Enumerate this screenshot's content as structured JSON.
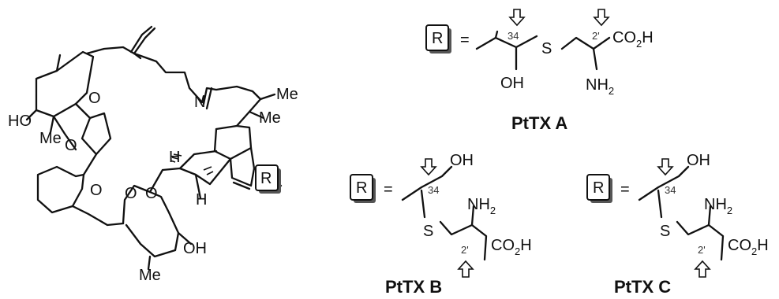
{
  "scaffold": {
    "labels": {
      "ho": "HO",
      "me_left": "Me",
      "o": "O",
      "n": "N",
      "me_top": "Me",
      "me_right": "Me",
      "h": "H",
      "oh": "OH",
      "me_bottom": "Me",
      "r": "R"
    }
  },
  "substituent_symbol": "R",
  "equals": "=",
  "variants": [
    {
      "name": "PtTX A",
      "locant_34": "34",
      "locant_2prime": "2'",
      "hydroxyl": "OH",
      "sulfur": "S",
      "acid": "CO",
      "acid_sub": "2",
      "acid_tail": "H",
      "amine": "NH",
      "amine_sub": "2"
    },
    {
      "name": "PtTX B",
      "locant_34": "34",
      "locant_2prime": "2'",
      "hydroxyl": "OH",
      "sulfur": "S",
      "acid": "CO",
      "acid_sub": "2",
      "acid_tail": "H",
      "amine": "NH",
      "amine_sub": "2"
    },
    {
      "name": "PtTX C",
      "locant_34": "34",
      "locant_2prime": "2'",
      "hydroxyl": "OH",
      "sulfur": "S",
      "acid": "CO",
      "acid_sub": "2",
      "acid_tail": "H",
      "amine": "NH",
      "amine_sub": "2"
    }
  ]
}
